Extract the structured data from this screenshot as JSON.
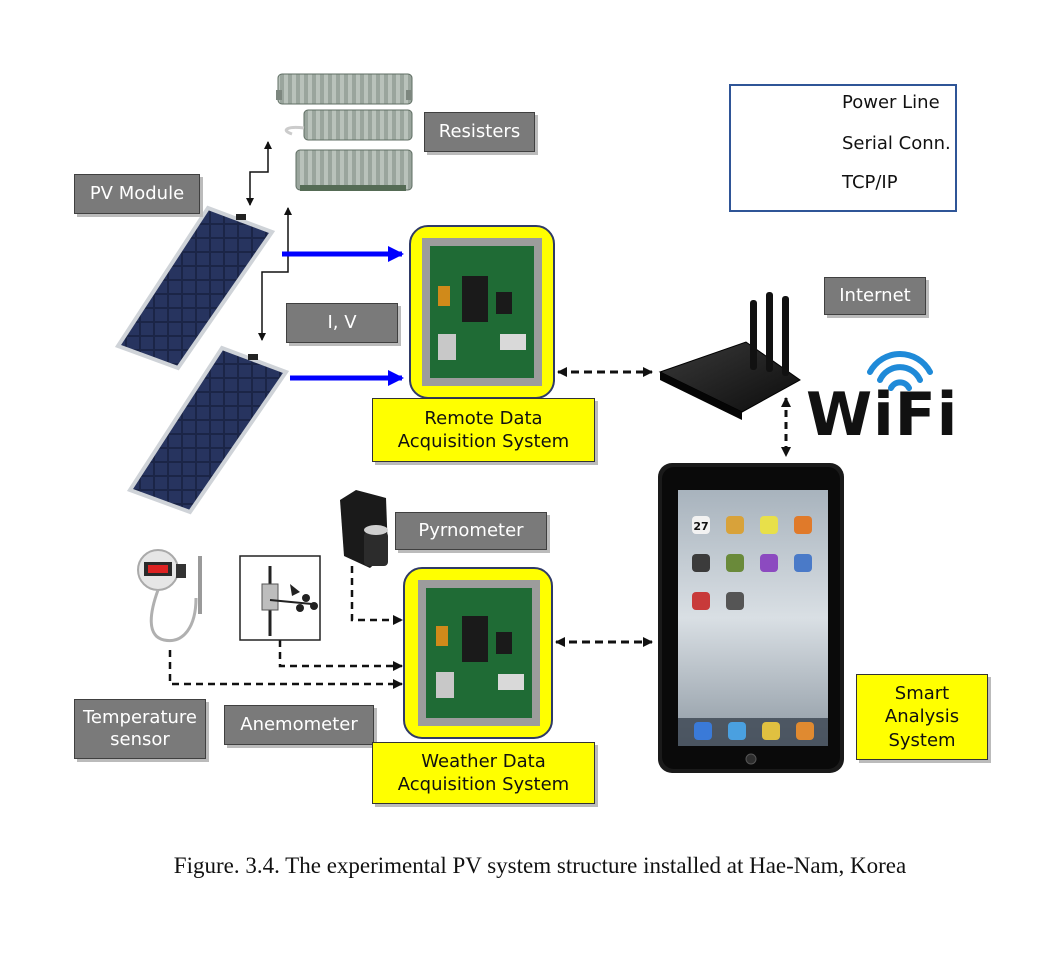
{
  "legend": {
    "power_line": "Power Line",
    "serial_conn": "Serial Conn.",
    "tcp_ip": "TCP/IP"
  },
  "labels": {
    "resisters": "Resisters",
    "pv_module": "PV Module",
    "iv": "I, V",
    "internet": "Internet",
    "pyrnometer": "Pyrnometer",
    "temperature_sensor": [
      "Temperature",
      "sensor"
    ],
    "anemometer": "Anemometer"
  },
  "systems": {
    "remote_daq": [
      "Remote Data",
      "Acquisition System"
    ],
    "weather_daq": [
      "Weather Data",
      "Acquisition System"
    ],
    "smart_analysis": [
      "Smart",
      "Analysis",
      "System"
    ]
  },
  "wifi_text": "WiFi",
  "tablet": {
    "date_icon_text": "27"
  },
  "caption": "Figure. 3.4. The experimental PV system structure installed at Hae-Nam, Korea",
  "colors": {
    "serial_blue": "#0000ff",
    "label_gray": "#7a7a7a",
    "system_yellow": "#ffff00",
    "wifi_blue": "#1f8ad8",
    "legend_border": "#2f5597"
  }
}
